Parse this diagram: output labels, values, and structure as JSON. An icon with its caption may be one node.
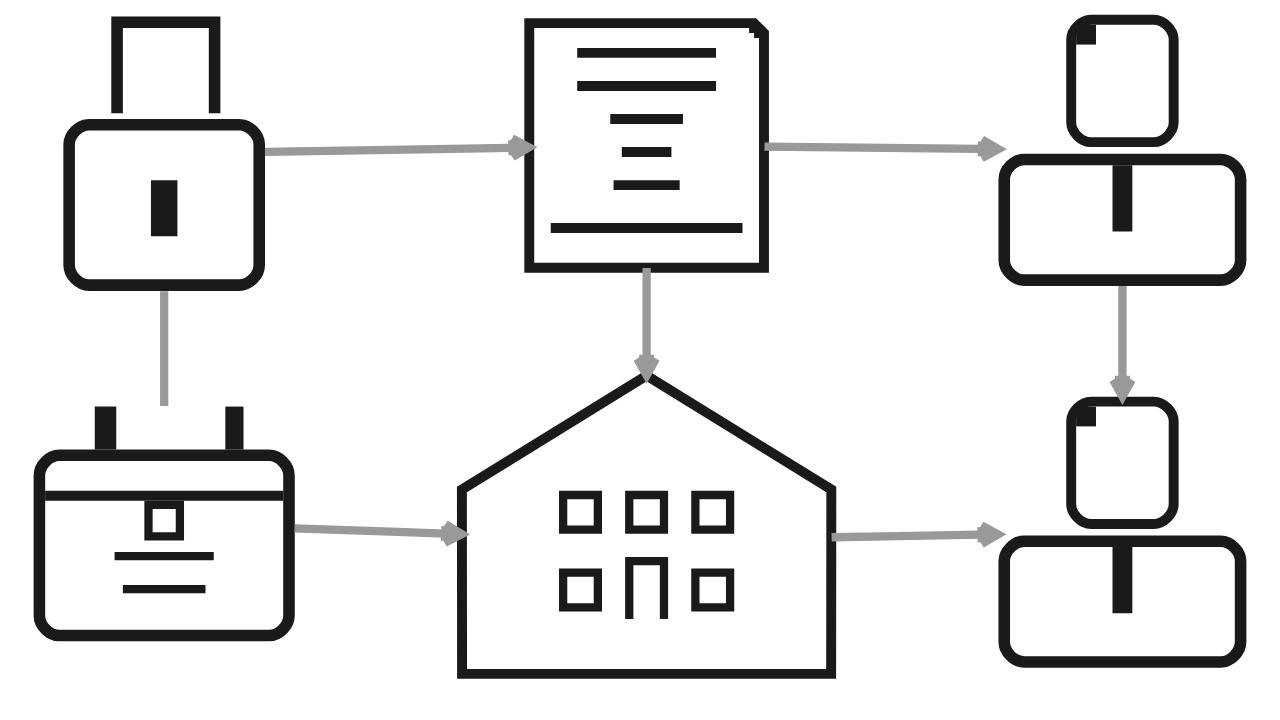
{
  "diagram": {
    "nodes": [
      {
        "text": [],
        "shape": "picture"
      },
      {
        "text": [],
        "shape": "picture"
      },
      {
        "text": [],
        "shape": "person"
      },
      {
        "text": [],
        "shape": "picture"
      },
      {
        "text": [],
        "shape": "picture"
      },
      {
        "text": [],
        "shape": "person"
      }
    ],
    "edges": [
      {
        "from": 0,
        "to": 1,
        "arrow": "to"
      },
      {
        "from": 1,
        "to": 2,
        "arrow": "to"
      },
      {
        "from": 0,
        "to": 3,
        "arrow": "none"
      },
      {
        "from": 1,
        "to": 4,
        "arrow": "to"
      },
      {
        "from": 2,
        "to": 5,
        "arrow": "to"
      },
      {
        "from": 3,
        "to": 4,
        "arrow": "to"
      },
      {
        "from": 4,
        "to": 5,
        "arrow": "to"
      }
    ]
  }
}
